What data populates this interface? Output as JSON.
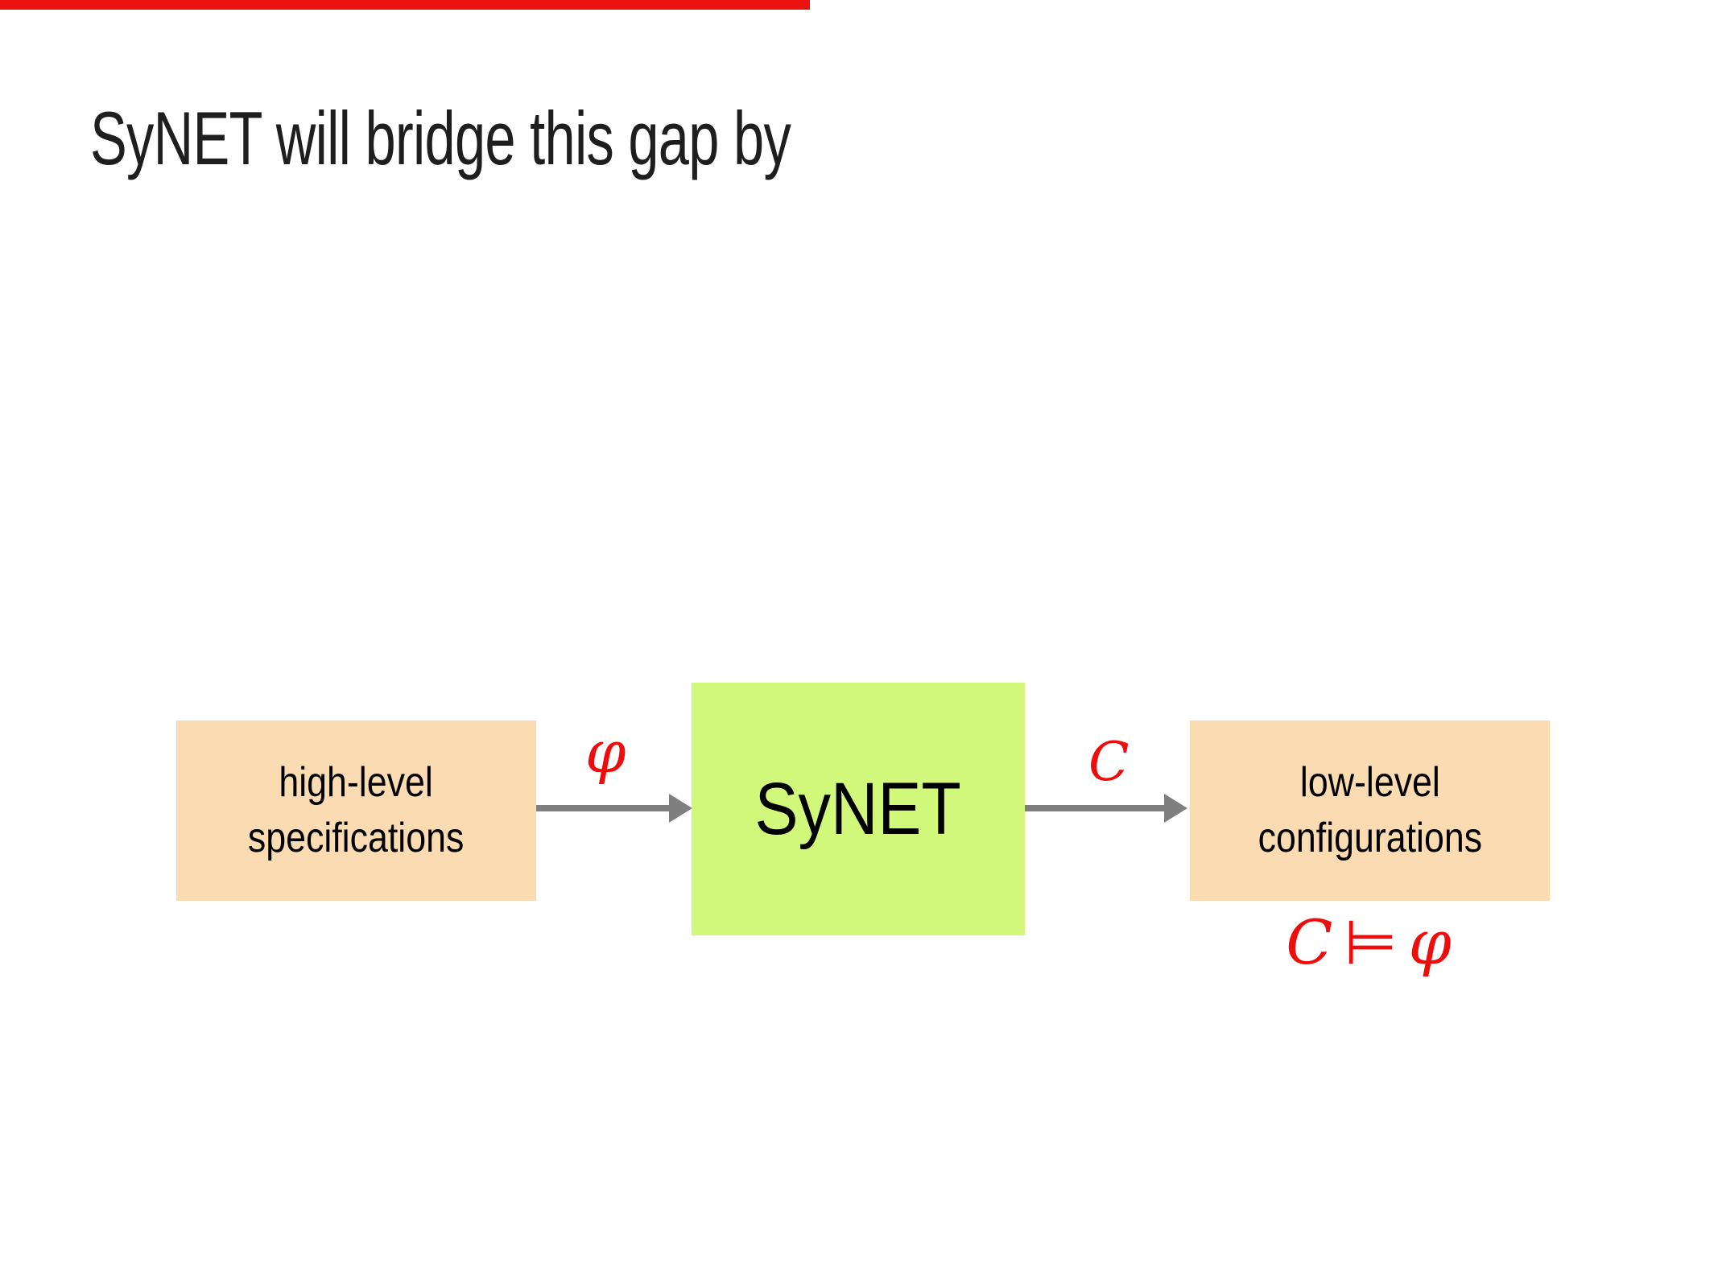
{
  "slide": {
    "title": "SyNET will bridge this gap by",
    "progress_bar_color": "#ee1111",
    "background": "#ffffff"
  },
  "diagram": {
    "boxes": {
      "left": {
        "line1": "high-level",
        "line2": "specifications",
        "bg": "#fbdbb2"
      },
      "center": {
        "label": "SyNET",
        "bg": "#d2f87b"
      },
      "right": {
        "line1": "low-level",
        "line2": "configurations",
        "bg": "#fbdbb2"
      }
    },
    "arrows": {
      "color": "#7f7f7f",
      "input_label": "φ",
      "output_label": "C"
    },
    "formula": {
      "c": "C",
      "models": "⊨",
      "phi": "φ",
      "color": "#ee0d0d"
    }
  }
}
